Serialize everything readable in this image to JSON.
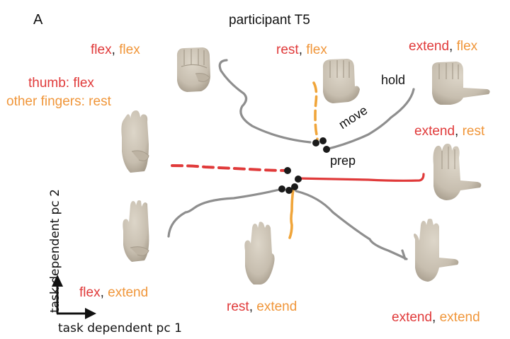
{
  "panel_letter": "A",
  "title": "participant T5",
  "colors": {
    "thumb": "#e03a3a",
    "other_fingers": "#f0963a",
    "trajectory": "#8e8e8e",
    "phase_point": "#1a1a1a",
    "hand": "#c9c0b1"
  },
  "conditions": [
    {
      "id": "flex-flex",
      "thumb": "flex",
      "other": "flex",
      "hand_icon": "fist-icon"
    },
    {
      "id": "rest-flex",
      "thumb": "rest",
      "other": "flex",
      "hand_icon": "fist-thumb-rest-icon"
    },
    {
      "id": "extend-flex",
      "thumb": "extend",
      "other": "flex",
      "hand_icon": "thumb-out-fist-icon"
    },
    {
      "id": "flex-rest",
      "thumb_line": "thumb: flex",
      "other_line": "other fingers: rest",
      "hand_icon": "thumb-tucked-hand-icon"
    },
    {
      "id": "extend-rest",
      "thumb": "extend",
      "other": "rest",
      "hand_icon": "thumb-out-relaxed-hand-icon"
    },
    {
      "id": "flex-extend",
      "thumb": "flex",
      "other": "extend",
      "hand_icon": "four-fingers-hand-icon"
    },
    {
      "id": "rest-extend",
      "thumb": "rest",
      "other": "extend",
      "hand_icon": "open-hand-icon"
    },
    {
      "id": "extend-extend",
      "thumb": "extend",
      "other": "extend",
      "hand_icon": "spread-hand-icon"
    }
  ],
  "phases": {
    "hold": "hold",
    "move": "move",
    "prep": "prep"
  },
  "axes": {
    "x_label": "task dependent pc 1",
    "y_label": "task dependent pc 2"
  },
  "comma": ","
}
